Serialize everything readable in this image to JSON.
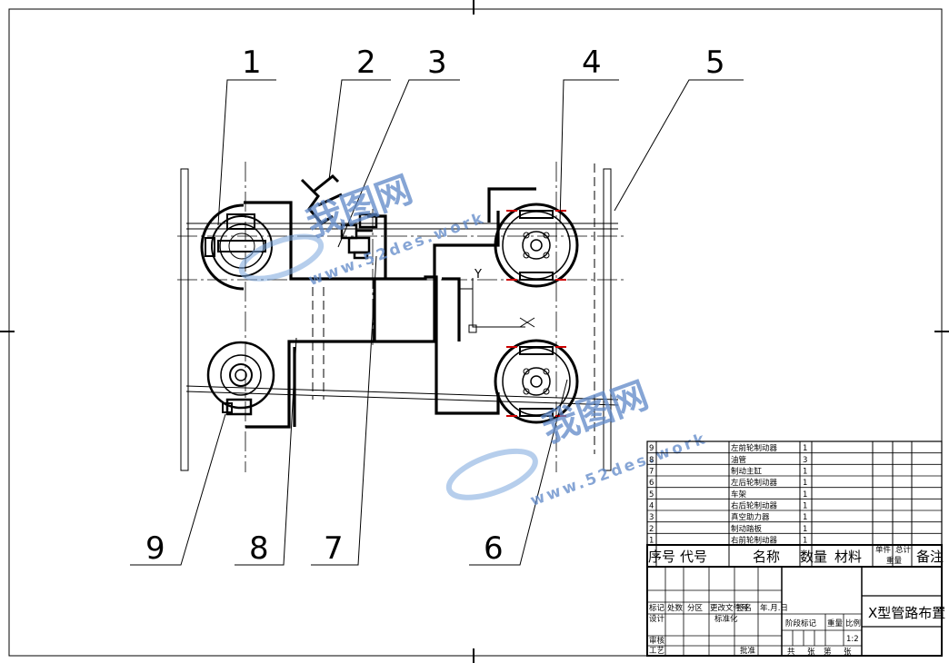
{
  "callouts": [
    "1",
    "2",
    "3",
    "4",
    "5",
    "6",
    "7",
    "8",
    "9"
  ],
  "axis_labels": {
    "x": "X",
    "y": "Y"
  },
  "watermark": {
    "brand": "我图网",
    "url": "www.52des.work"
  },
  "parts_list": [
    {
      "no": "9",
      "name": "左前轮制动器",
      "qty": "1"
    },
    {
      "no": "8",
      "name": "油管",
      "qty": "3"
    },
    {
      "no": "7",
      "name": "制动主缸",
      "qty": "1"
    },
    {
      "no": "6",
      "name": "左后轮制动器",
      "qty": "1"
    },
    {
      "no": "5",
      "name": "车架",
      "qty": "1"
    },
    {
      "no": "4",
      "name": "右后轮制动器",
      "qty": "1"
    },
    {
      "no": "3",
      "name": "真空助力器",
      "qty": "1"
    },
    {
      "no": "2",
      "name": "制动踏板",
      "qty": "1"
    },
    {
      "no": "1",
      "name": "右前轮制动器",
      "qty": "1"
    }
  ],
  "parts_header": {
    "no": "序号",
    "code": "代号",
    "name": "名称",
    "qty": "数量",
    "material": "材料",
    "single": "单件",
    "total": "总计",
    "weight": "重量",
    "remark": "备注"
  },
  "title_block": {
    "drawing_title": "X型管路布置",
    "scale": "1:2",
    "row_labels": [
      "标记",
      "处数",
      "分区",
      "更改文件号",
      "签名",
      "年.月.日"
    ],
    "designer": "设计",
    "standardize": "标准化",
    "reviewer": "审核",
    "process": "工艺",
    "approve": "批准",
    "stage_labels": [
      "阶段标记",
      "重量",
      "比例"
    ],
    "sheet_labels": [
      "共",
      "张",
      "第",
      "张"
    ]
  }
}
